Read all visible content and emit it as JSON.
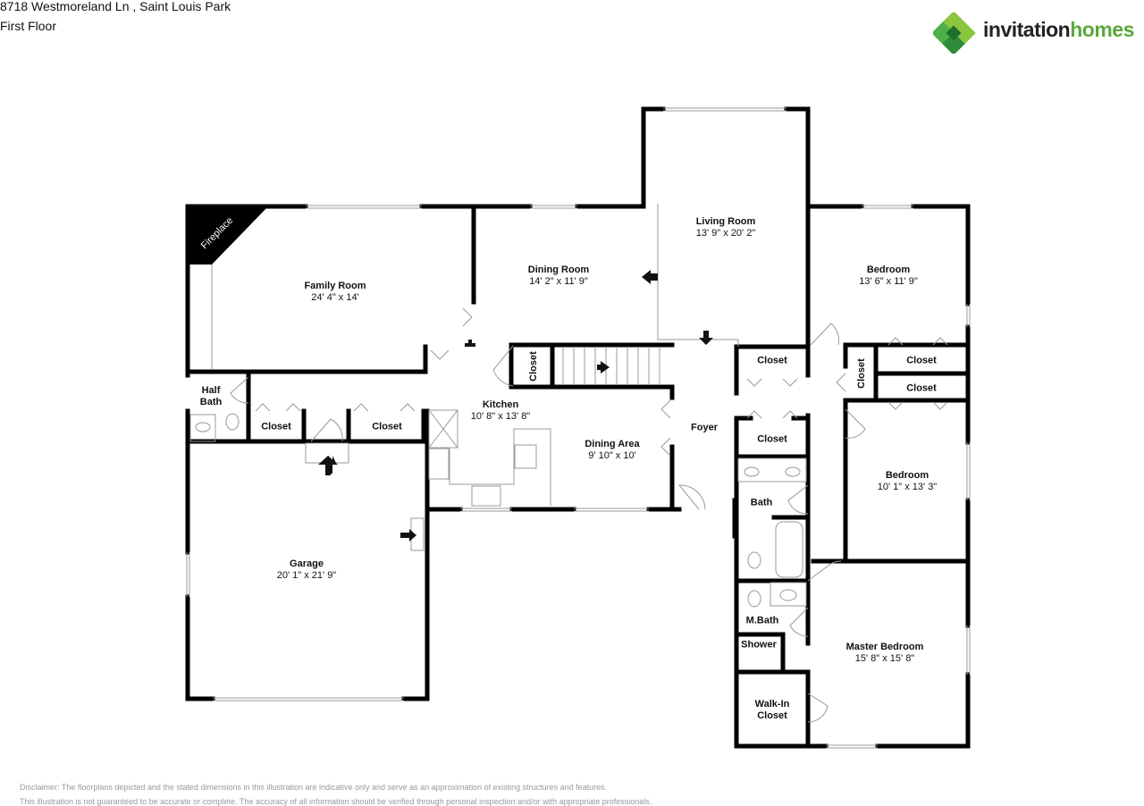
{
  "header": {
    "address": "8718 Westmoreland Ln , Saint Louis Park",
    "floor": "First Floor"
  },
  "logo": {
    "brand_part1": "invitation",
    "brand_part2": "homes",
    "colors": {
      "dark_green": "#2e8b3a",
      "light_green": "#8cc63f",
      "text_dark": "#222222",
      "text_green": "#5aa83a"
    }
  },
  "rooms": {
    "family_room": {
      "name": "Family Room",
      "dims": "24' 4\" x 14'"
    },
    "fireplace": {
      "name": "Fireplace"
    },
    "dining_room": {
      "name": "Dining Room",
      "dims": "14' 2\" x 11' 9\""
    },
    "living_room": {
      "name": "Living Room",
      "dims": "13' 9\" x 20' 2\""
    },
    "bedroom_1": {
      "name": "Bedroom",
      "dims": "13' 6\" x 11' 9\""
    },
    "half_bath": {
      "name": "Half\nBath",
      "line1": "Half",
      "line2": "Bath"
    },
    "closet_1": {
      "name": "Closet"
    },
    "closet_2": {
      "name": "Closet"
    },
    "closet_stairs": {
      "name": "Closet"
    },
    "kitchen": {
      "name": "Kitchen",
      "dims": "10' 8\" x 13' 8\""
    },
    "dining_area": {
      "name": "Dining Area",
      "dims": "9' 10\" x 10'"
    },
    "foyer": {
      "name": "Foyer"
    },
    "closet_foyer_top": {
      "name": "Closet"
    },
    "closet_foyer_bottom": {
      "name": "Closet"
    },
    "closet_hall_vertical": {
      "name": "Closet"
    },
    "closet_bed_top": {
      "name": "Closet"
    },
    "closet_bed_bottom": {
      "name": "Closet"
    },
    "bedroom_2": {
      "name": "Bedroom",
      "dims": "10' 1\" x 13' 3\""
    },
    "bath": {
      "name": "Bath"
    },
    "m_bath": {
      "name": "M.Bath"
    },
    "shower": {
      "name": "Shower"
    },
    "walk_in_closet": {
      "name": "Walk-In\nCloset",
      "line1": "Walk-In",
      "line2": "Closet"
    },
    "master_bedroom": {
      "name": "Master Bedroom",
      "dims": "15' 8\" x 15' 8\""
    },
    "garage": {
      "name": "Garage",
      "dims": "20' 1\" x 21' 9\""
    }
  },
  "disclaimer": {
    "line1": "Disclaimer: The floorplans depicted and the stated dimensions in this illustration are indicative only and serve as an approximation of existing structures and features.",
    "line2": "This illustration is not guaranteed to be accurate or complete. The accuracy of all information should be verified through personal inspection and/or with appropriate professionals."
  }
}
